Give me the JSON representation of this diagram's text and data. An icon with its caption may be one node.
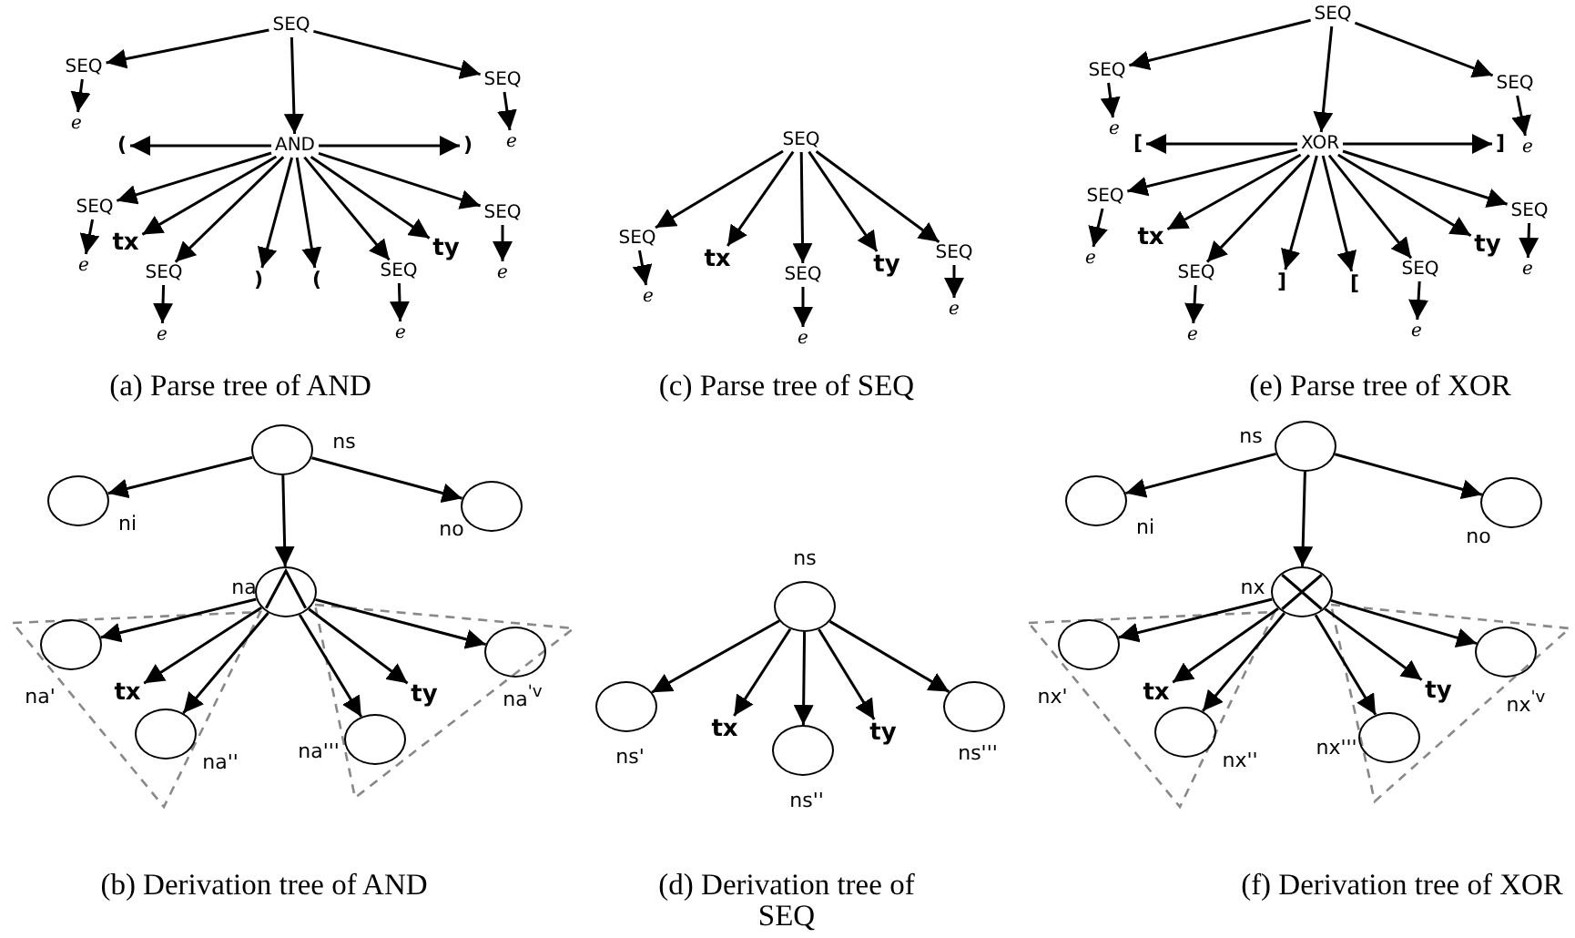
{
  "diagram": {
    "nodes": [
      {
        "text": [
          "SEQ"
        ]
      },
      {
        "text": [
          "SEQ"
        ]
      },
      {
        "text": [
          "e"
        ]
      },
      {
        "text": [
          "SEQ"
        ]
      },
      {
        "text": [
          "e"
        ]
      },
      {
        "text": [
          "("
        ]
      },
      {
        "text": [
          "AND"
        ]
      },
      {
        "text": [
          ")"
        ]
      },
      {
        "text": [
          "SEQ"
        ]
      },
      {
        "text": [
          "e"
        ]
      },
      {
        "text": [
          "tx"
        ]
      },
      {
        "text": [
          "SEQ"
        ]
      },
      {
        "text": [
          "e"
        ]
      },
      {
        "text": [
          ")"
        ]
      },
      {
        "text": [
          "("
        ]
      },
      {
        "text": [
          "SEQ"
        ]
      },
      {
        "text": [
          "e"
        ]
      },
      {
        "text": [
          "ty"
        ]
      },
      {
        "text": [
          "SEQ"
        ]
      },
      {
        "text": [
          "e"
        ]
      },
      {
        "text": [
          "SEQ"
        ]
      },
      {
        "text": [
          "SEQ"
        ]
      },
      {
        "text": [
          "e"
        ]
      },
      {
        "text": [
          "tx"
        ]
      },
      {
        "text": [
          "SEQ"
        ]
      },
      {
        "text": [
          "e"
        ]
      },
      {
        "text": [
          "ty"
        ]
      },
      {
        "text": [
          "SEQ"
        ]
      },
      {
        "text": [
          "e"
        ]
      },
      {
        "text": [
          "SEQ"
        ]
      },
      {
        "text": [
          "SEQ"
        ]
      },
      {
        "text": [
          "e"
        ]
      },
      {
        "text": [
          "SEQ"
        ]
      },
      {
        "text": [
          "e"
        ]
      },
      {
        "text": [
          "["
        ]
      },
      {
        "text": [
          "XOR"
        ]
      },
      {
        "text": [
          "]"
        ]
      },
      {
        "text": [
          "SEQ"
        ]
      },
      {
        "text": [
          "e"
        ]
      },
      {
        "text": [
          "tx"
        ]
      },
      {
        "text": [
          "SEQ"
        ]
      },
      {
        "text": [
          "e"
        ]
      },
      {
        "text": [
          "]"
        ]
      },
      {
        "text": [
          "["
        ]
      },
      {
        "text": [
          "SEQ"
        ]
      },
      {
        "text": [
          "e"
        ]
      },
      {
        "text": [
          "ty"
        ]
      },
      {
        "text": [
          "SEQ"
        ]
      },
      {
        "text": [
          "e"
        ]
      },
      {
        "text": [],
        "shape": "circle",
        "beside": [
          "ns"
        ]
      },
      {
        "text": [],
        "shape": "circle",
        "beside": [
          "ni"
        ]
      },
      {
        "text": [],
        "shape": "circle",
        "beside": [
          "no"
        ]
      },
      {
        "text": [],
        "shape": "circle",
        "beside": [
          "na"
        ]
      },
      {
        "text": [],
        "shape": "circle",
        "beside": [
          "na'"
        ]
      },
      {
        "text": [
          "tx"
        ]
      },
      {
        "text": [],
        "shape": "circle",
        "beside": [
          "na''"
        ]
      },
      {
        "text": [],
        "shape": "circle",
        "beside": [
          "na'''"
        ]
      },
      {
        "text": [
          "ty"
        ]
      },
      {
        "text": [],
        "shape": "circle",
        "beside": [
          "na$^{'v}$"
        ]
      },
      {
        "text": [],
        "shape": "circle",
        "beside": [
          "ns"
        ]
      },
      {
        "text": [],
        "shape": "circle",
        "beside": [
          "ns'"
        ]
      },
      {
        "text": [
          "tx"
        ]
      },
      {
        "text": [],
        "shape": "circle",
        "beside": [
          "ns''"
        ]
      },
      {
        "text": [
          "ty"
        ]
      },
      {
        "text": [],
        "shape": "circle",
        "beside": [
          "ns'''"
        ]
      },
      {
        "text": [],
        "shape": "circle",
        "beside": [
          "ns"
        ]
      },
      {
        "text": [],
        "shape": "circle",
        "beside": [
          "ni"
        ]
      },
      {
        "text": [],
        "shape": "circle",
        "beside": [
          "no"
        ]
      },
      {
        "text": [],
        "shape": "circle",
        "beside": [
          "nx"
        ]
      },
      {
        "text": [],
        "shape": "circle",
        "beside": [
          "nx'"
        ]
      },
      {
        "text": [
          "tx"
        ]
      },
      {
        "text": [],
        "shape": "circle",
        "beside": [
          "nx''"
        ]
      },
      {
        "text": [],
        "shape": "circle",
        "beside": [
          "nx'''"
        ]
      },
      {
        "text": [
          "ty"
        ]
      },
      {
        "text": [],
        "shape": "circle",
        "beside": [
          "nx$^{'v}$"
        ]
      }
    ],
    "edges": [
      {
        "from": 0,
        "to": 1,
        "arrow": "to"
      },
      {
        "from": 0,
        "to": 6,
        "arrow": "to"
      },
      {
        "from": 0,
        "to": 3,
        "arrow": "to"
      },
      {
        "from": 1,
        "to": 2,
        "arrow": "to"
      },
      {
        "from": 3,
        "to": 4,
        "arrow": "to"
      },
      {
        "from": 6,
        "to": 5,
        "arrow": "to"
      },
      {
        "from": 6,
        "to": 7,
        "arrow": "to"
      },
      {
        "from": 6,
        "to": 8,
        "arrow": "to"
      },
      {
        "from": 6,
        "to": 10,
        "arrow": "to"
      },
      {
        "from": 6,
        "to": 11,
        "arrow": "to"
      },
      {
        "from": 6,
        "to": 13,
        "arrow": "to"
      },
      {
        "from": 6,
        "to": 14,
        "arrow": "to"
      },
      {
        "from": 6,
        "to": 15,
        "arrow": "to"
      },
      {
        "from": 6,
        "to": 17,
        "arrow": "to"
      },
      {
        "from": 6,
        "to": 18,
        "arrow": "to"
      },
      {
        "from": 8,
        "to": 9,
        "arrow": "to"
      },
      {
        "from": 11,
        "to": 12,
        "arrow": "to"
      },
      {
        "from": 15,
        "to": 16,
        "arrow": "to"
      },
      {
        "from": 18,
        "to": 19,
        "arrow": "to"
      },
      {
        "from": 20,
        "to": 21,
        "arrow": "to"
      },
      {
        "from": 20,
        "to": 23,
        "arrow": "to"
      },
      {
        "from": 20,
        "to": 24,
        "arrow": "to"
      },
      {
        "from": 20,
        "to": 26,
        "arrow": "to"
      },
      {
        "from": 20,
        "to": 27,
        "arrow": "to"
      },
      {
        "from": 21,
        "to": 22,
        "arrow": "to"
      },
      {
        "from": 24,
        "to": 25,
        "arrow": "to"
      },
      {
        "from": 27,
        "to": 28,
        "arrow": "to"
      },
      {
        "from": 29,
        "to": 30,
        "arrow": "to"
      },
      {
        "from": 29,
        "to": 35,
        "arrow": "to"
      },
      {
        "from": 29,
        "to": 32,
        "arrow": "to"
      },
      {
        "from": 30,
        "to": 31,
        "arrow": "to"
      },
      {
        "from": 32,
        "to": 33,
        "arrow": "to"
      },
      {
        "from": 35,
        "to": 34,
        "arrow": "to"
      },
      {
        "from": 35,
        "to": 36,
        "arrow": "to"
      },
      {
        "from": 35,
        "to": 37,
        "arrow": "to"
      },
      {
        "from": 35,
        "to": 39,
        "arrow": "to"
      },
      {
        "from": 35,
        "to": 40,
        "arrow": "to"
      },
      {
        "from": 35,
        "to": 42,
        "arrow": "to"
      },
      {
        "from": 35,
        "to": 43,
        "arrow": "to"
      },
      {
        "from": 35,
        "to": 44,
        "arrow": "to"
      },
      {
        "from": 35,
        "to": 46,
        "arrow": "to"
      },
      {
        "from": 35,
        "to": 47,
        "arrow": "to"
      },
      {
        "from": 37,
        "to": 38,
        "arrow": "to"
      },
      {
        "from": 40,
        "to": 41,
        "arrow": "to"
      },
      {
        "from": 44,
        "to": 45,
        "arrow": "to"
      },
      {
        "from": 47,
        "to": 48,
        "arrow": "to"
      },
      {
        "from": 49,
        "to": 50,
        "arrow": "to"
      },
      {
        "from": 49,
        "to": 51,
        "arrow": "to"
      },
      {
        "from": 49,
        "to": 52,
        "arrow": "to"
      },
      {
        "from": 52,
        "to": 53,
        "arrow": "to"
      },
      {
        "from": 52,
        "to": 54,
        "arrow": "to"
      },
      {
        "from": 52,
        "to": 55,
        "arrow": "to"
      },
      {
        "from": 52,
        "to": 56,
        "arrow": "to"
      },
      {
        "from": 52,
        "to": 57,
        "arrow": "to"
      },
      {
        "from": 52,
        "to": 58,
        "arrow": "to"
      },
      {
        "from": 59,
        "to": 60,
        "arrow": "to"
      },
      {
        "from": 59,
        "to": 61,
        "arrow": "to"
      },
      {
        "from": 59,
        "to": 62,
        "arrow": "to"
      },
      {
        "from": 59,
        "to": 63,
        "arrow": "to"
      },
      {
        "from": 59,
        "to": 64,
        "arrow": "to"
      },
      {
        "from": 65,
        "to": 66,
        "arrow": "to"
      },
      {
        "from": 65,
        "to": 67,
        "arrow": "to"
      },
      {
        "from": 65,
        "to": 68,
        "arrow": "to"
      },
      {
        "from": 68,
        "to": 69,
        "arrow": "to"
      },
      {
        "from": 68,
        "to": 70,
        "arrow": "to"
      },
      {
        "from": 68,
        "to": 71,
        "arrow": "to"
      },
      {
        "from": 68,
        "to": 72,
        "arrow": "to"
      },
      {
        "from": 68,
        "to": 73,
        "arrow": "to"
      },
      {
        "from": 68,
        "to": 74,
        "arrow": "to"
      }
    ],
    "labels": [
      "(a) Parse tree of AND",
      "(c) Parse tree of SEQ",
      "(e) Parse tree of XOR",
      "(b) Derivation tree of AND",
      "(d) Derivation tree of SEQ",
      "(f) Derivation tree of XOR"
    ]
  }
}
